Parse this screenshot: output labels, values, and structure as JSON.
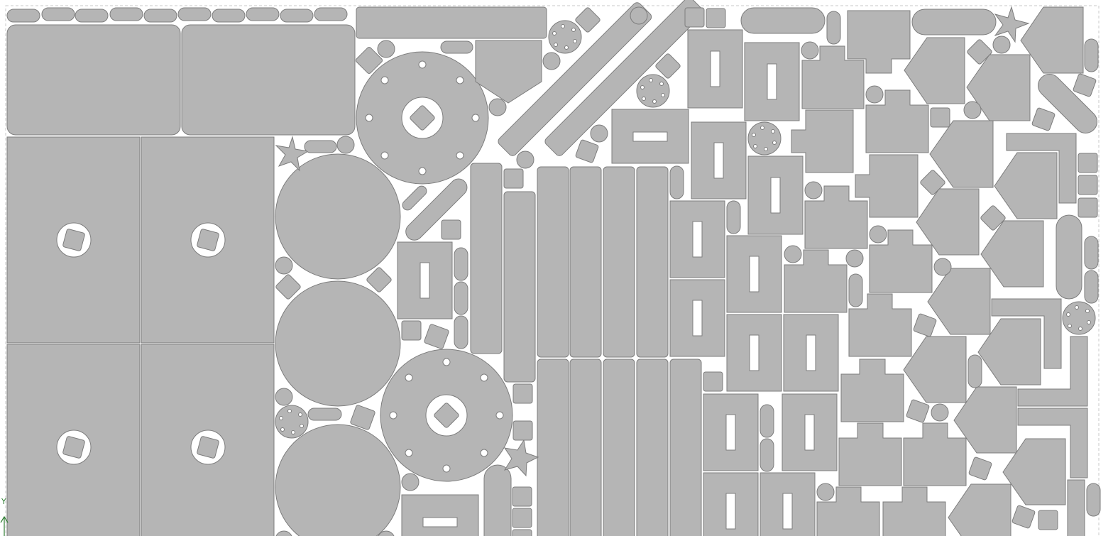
{
  "view": {
    "axis": {
      "y_label": "Y"
    },
    "colors": {
      "part_fill": "#b5b5b5",
      "part_stroke": "#7d7d7d",
      "hole_fill": "#ffffff",
      "sheet_edge": "#c8c8c8",
      "axis": "#2e7d32"
    },
    "part_kinds": [
      "rounded-rectangle",
      "rectangle",
      "square-with-diamond-hole",
      "disk",
      "flange-disk",
      "bolt-circle-disk",
      "slotted-rectangle",
      "pentagon",
      "t-shape",
      "star",
      "diamond",
      "l-bracket",
      "diagonal-slot-bar"
    ]
  }
}
